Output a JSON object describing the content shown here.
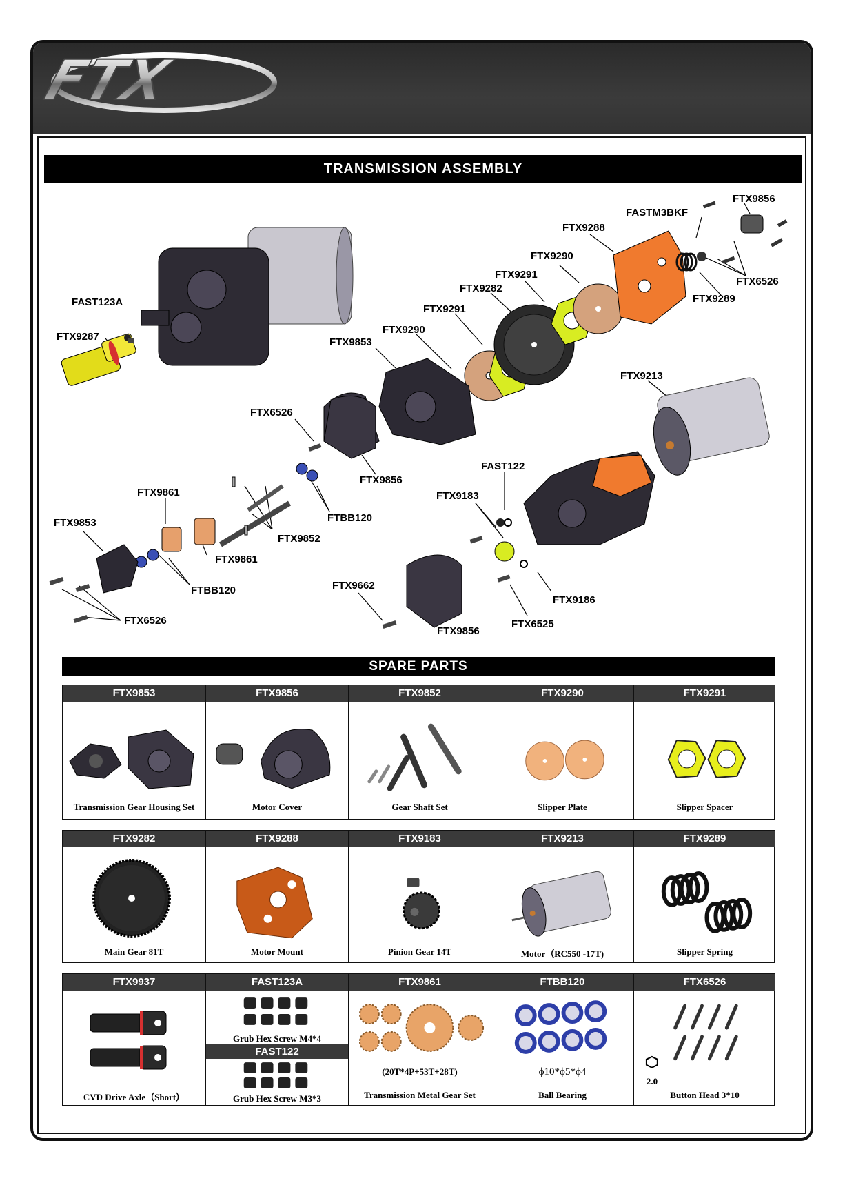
{
  "brand": {
    "logo_text": "FTX"
  },
  "sections": {
    "assembly_title": "TRANSMISSION ASSEMBLY",
    "spare_title": "SPARE PARTS"
  },
  "callouts": [
    {
      "id": "ftx9856-top",
      "text": "FTX9856"
    },
    {
      "id": "fastm3bkf",
      "text": "FASTM3BKF"
    },
    {
      "id": "ftx9288",
      "text": "FTX9288"
    },
    {
      "id": "ftx9290-top",
      "text": "FTX9290"
    },
    {
      "id": "ftx9291-top",
      "text": "FTX9291"
    },
    {
      "id": "ftx6526-top",
      "text": "FTX6526"
    },
    {
      "id": "ftx9282",
      "text": "FTX9282"
    },
    {
      "id": "ftx9289",
      "text": "FTX9289"
    },
    {
      "id": "fast123a",
      "text": "FAST123A"
    },
    {
      "id": "ftx9291-mid",
      "text": "FTX9291"
    },
    {
      "id": "ftx9290-mid",
      "text": "FTX9290"
    },
    {
      "id": "ftx9287",
      "text": "FTX9287"
    },
    {
      "id": "ftx9853-top",
      "text": "FTX9853"
    },
    {
      "id": "ftx9213",
      "text": "FTX9213"
    },
    {
      "id": "ftx6526-mid",
      "text": "FTX6526"
    },
    {
      "id": "fast122",
      "text": "FAST122"
    },
    {
      "id": "ftx9856-mid",
      "text": "FTX9856"
    },
    {
      "id": "ftx9861-top",
      "text": "FTX9861"
    },
    {
      "id": "ftx9183",
      "text": "FTX9183"
    },
    {
      "id": "ftbb120-top",
      "text": "FTBB120"
    },
    {
      "id": "ftx9853-left",
      "text": "FTX9853"
    },
    {
      "id": "ftx9852",
      "text": "FTX9852"
    },
    {
      "id": "ftx9861-bot",
      "text": "FTX9861"
    },
    {
      "id": "ftbb120-bot",
      "text": "FTBB120"
    },
    {
      "id": "ftx9662",
      "text": "FTX9662"
    },
    {
      "id": "ftx9186",
      "text": "FTX9186"
    },
    {
      "id": "ftx6526-bot",
      "text": "FTX6526"
    },
    {
      "id": "ftx6525",
      "text": "FTX6525"
    },
    {
      "id": "ftx9856-bot",
      "text": "FTX9856"
    }
  ],
  "spare_rows": [
    [
      {
        "code": "FTX9853",
        "name": "Transmission Gear Housing Set",
        "icon": "gear-housing-icon"
      },
      {
        "code": "FTX9856",
        "name": "Motor Cover",
        "icon": "motor-cover-icon"
      },
      {
        "code": "FTX9852",
        "name": "Gear Shaft Set",
        "icon": "shaft-set-icon"
      },
      {
        "code": "FTX9290",
        "name": "Slipper Plate",
        "icon": "slipper-plate-icon"
      },
      {
        "code": "FTX9291",
        "name": "Slipper Spacer",
        "icon": "slipper-spacer-icon"
      }
    ],
    [
      {
        "code": "FTX9282",
        "name": "Main Gear 81T",
        "icon": "main-gear-icon"
      },
      {
        "code": "FTX9288",
        "name": "Motor Mount",
        "icon": "motor-mount-icon"
      },
      {
        "code": "FTX9183",
        "name": "Pinion Gear  14T",
        "icon": "pinion-gear-icon"
      },
      {
        "code": "FTX9213",
        "name": "Motor（RC550 -17T)",
        "icon": "motor-icon"
      },
      {
        "code": "FTX9289",
        "name": "Slipper Spring",
        "icon": "spring-icon"
      }
    ],
    [
      {
        "code": "FTX9937",
        "name": "CVD Drive Axle（Short）",
        "icon": "cvd-axle-icon"
      },
      {
        "code": "FAST123A",
        "name": "Grub Hex Screw M4*4",
        "code2": "FAST122",
        "name2": "Grub Hex Screw M3*3",
        "icon": "grub-screw-icon"
      },
      {
        "code": "FTX9861",
        "name": "Transmission Metal Gear Set",
        "note": "(20T*4P+53T+28T)",
        "icon": "metal-gear-icon"
      },
      {
        "code": "FTBB120",
        "name": "Ball Bearing",
        "note": "ϕ10*ϕ5*ϕ4",
        "icon": "bearing-icon"
      },
      {
        "code": "FTX6526",
        "name": "Button Head 3*10",
        "note": "2.0",
        "icon": "button-screw-icon"
      }
    ]
  ]
}
